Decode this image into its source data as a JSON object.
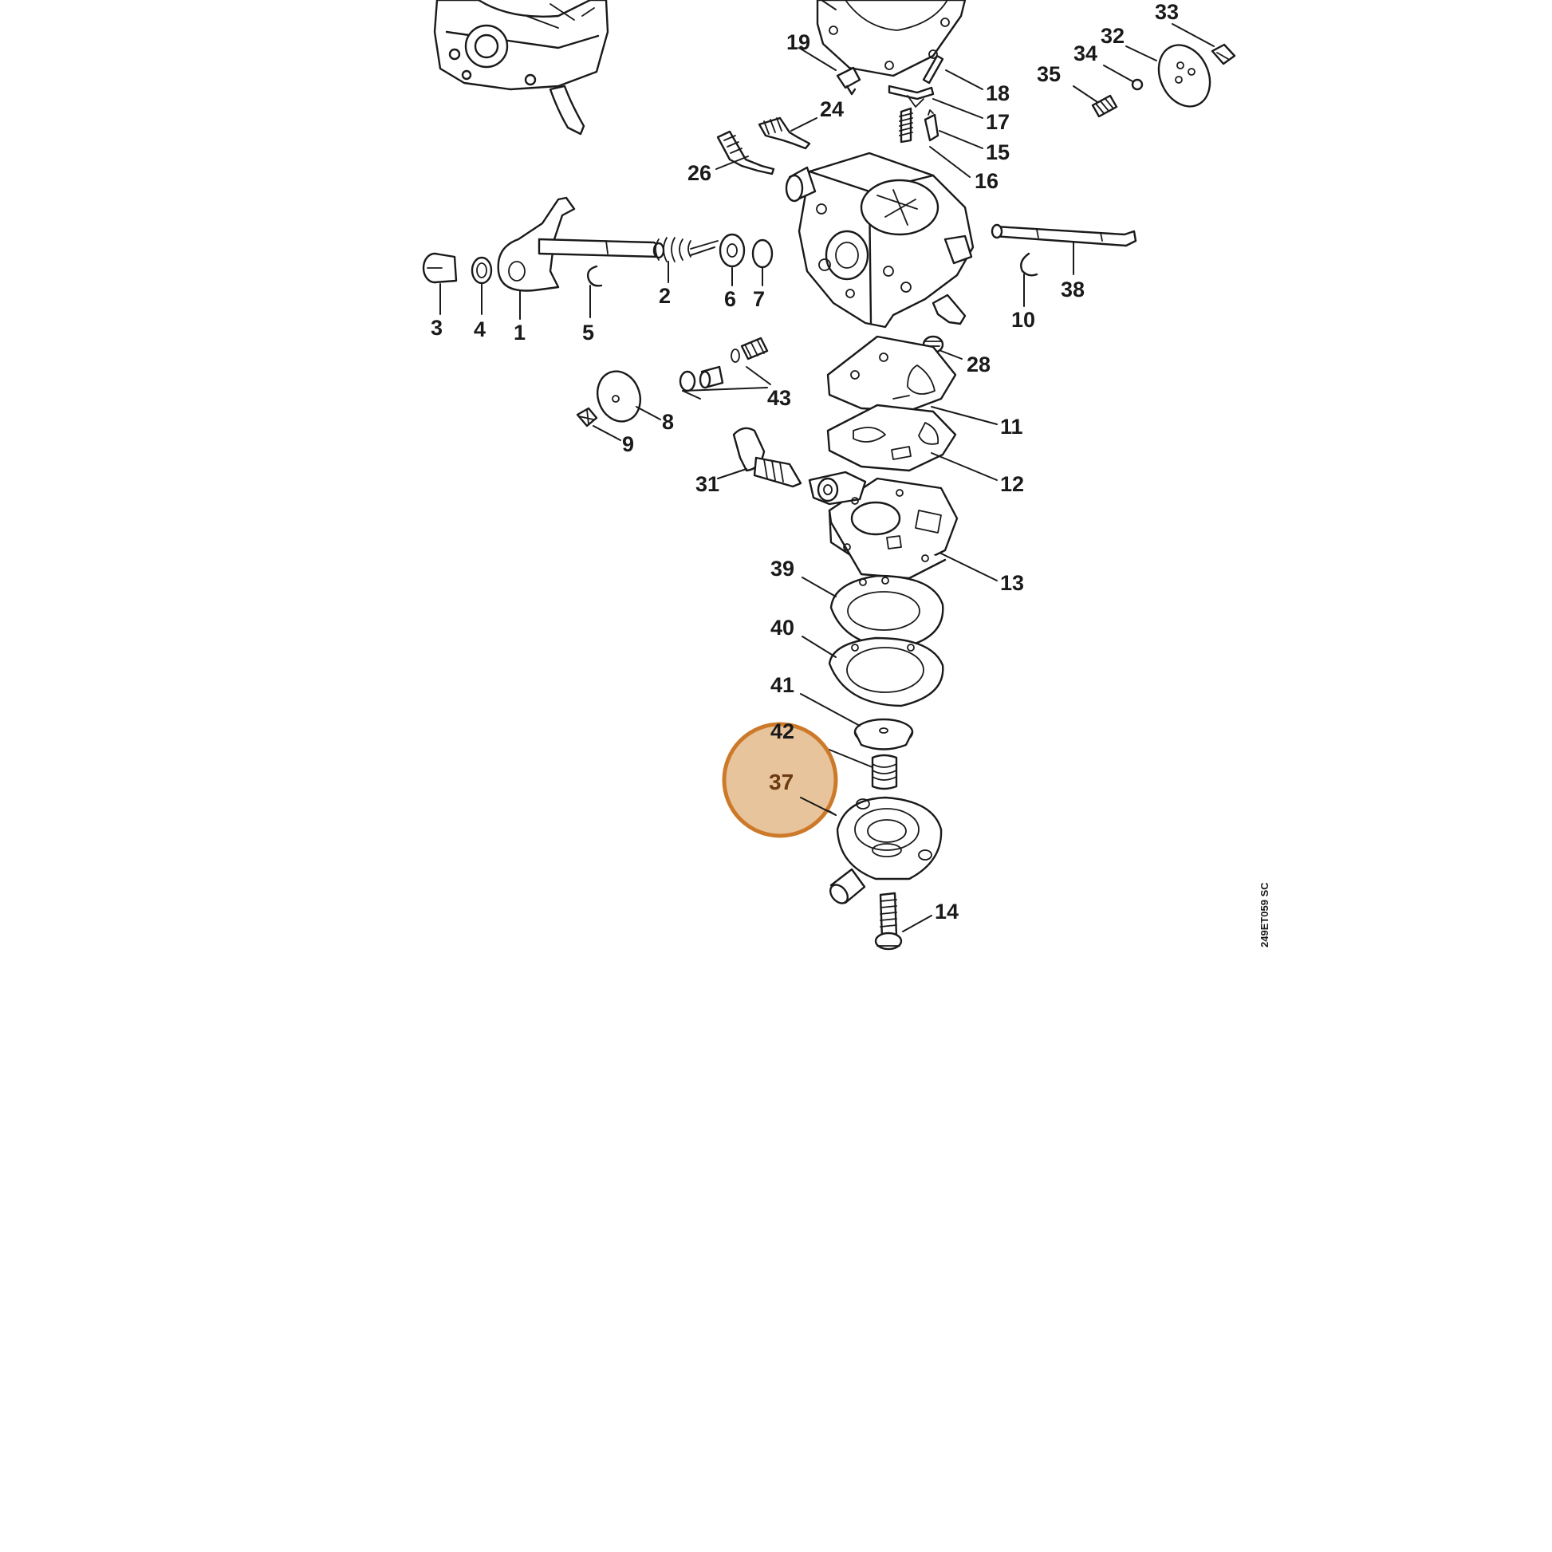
{
  "diagram": {
    "drawing_code": "249ET059 SC",
    "highlight": {
      "part_number": "37",
      "fill_color": "#e8c49c",
      "stroke_color": "#cc7a2a"
    },
    "callouts": [
      "1",
      "2",
      "3",
      "4",
      "5",
      "6",
      "7",
      "8",
      "9",
      "10",
      "11",
      "12",
      "13",
      "14",
      "15",
      "16",
      "17",
      "18",
      "19",
      "24",
      "26",
      "28",
      "31",
      "32",
      "33",
      "34",
      "35",
      "37",
      "38",
      "39",
      "40",
      "41",
      "42",
      "43"
    ]
  }
}
